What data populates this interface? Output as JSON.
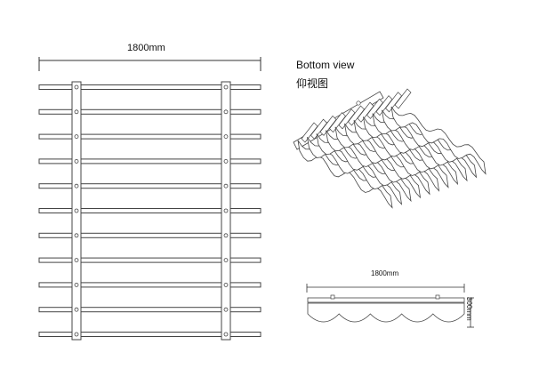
{
  "plan_view": {
    "width_label": "1800mm",
    "slat_count": 11
  },
  "iso_view": {
    "title_en": "Bottom view",
    "title_zh": "仰视图",
    "blade_count": 11
  },
  "elevation_view": {
    "width_label": "1800mm",
    "height_label": "300mm"
  }
}
